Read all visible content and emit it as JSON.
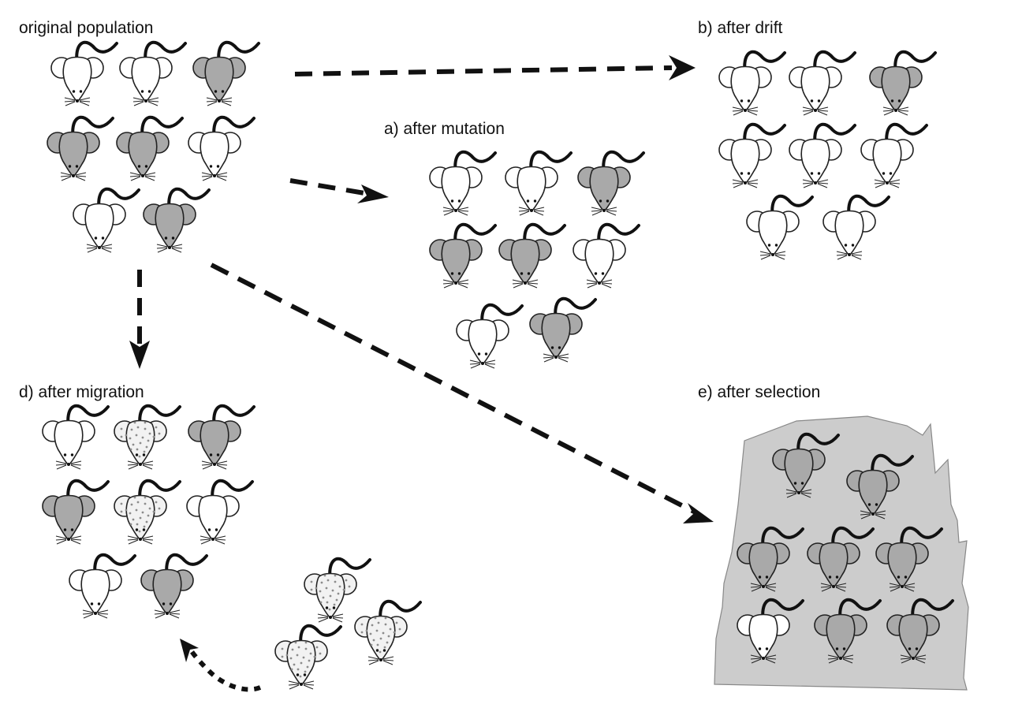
{
  "labels": {
    "original": "original population",
    "mutation": "a) after mutation",
    "drift": "b) after drift",
    "migration": "d) after migration",
    "selection": "e) after selection"
  },
  "colors": {
    "white": "#ffffff",
    "gray": "#a9a9a9",
    "speckled": "#f2f2f2",
    "dots": "#8c8c8c",
    "background_patch": "#cccccc",
    "ink": "#111111"
  },
  "populations": {
    "original": [
      "white",
      "white",
      "gray",
      "gray",
      "gray",
      "white",
      "white",
      "gray"
    ],
    "mutation": [
      "white",
      "white",
      "gray",
      "gray",
      "gray",
      "white",
      "white",
      "gray"
    ],
    "drift": [
      "white",
      "white",
      "gray",
      "white",
      "white",
      "white",
      "white",
      "white"
    ],
    "migration": [
      "white",
      "speckled",
      "gray",
      "gray",
      "speckled",
      "white",
      "white",
      "gray"
    ],
    "migrants": [
      "speckled",
      "speckled",
      "speckled"
    ],
    "selection": [
      "gray",
      "gray",
      "gray",
      "gray",
      "gray",
      "white",
      "gray",
      "gray"
    ]
  }
}
